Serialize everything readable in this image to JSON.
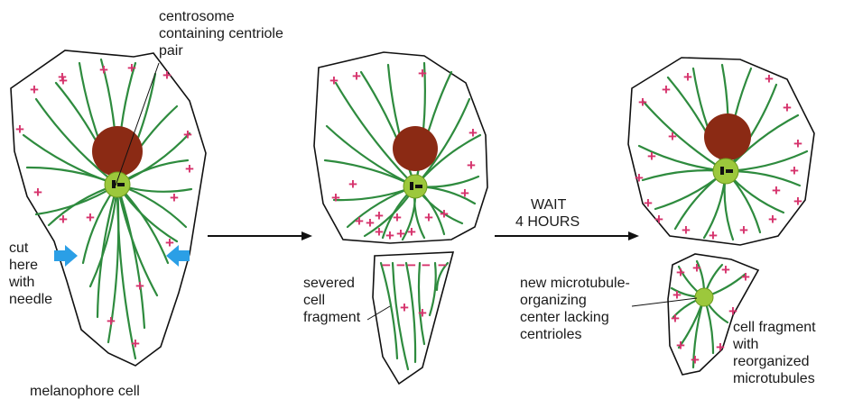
{
  "labels": {
    "centrosome": [
      "centrosome",
      "containing centriole",
      "pair"
    ],
    "cut": [
      "cut",
      "here",
      "with",
      "needle"
    ],
    "melanophore": "melanophore cell",
    "severed": [
      "severed",
      "cell",
      "fragment"
    ],
    "wait": [
      "WAIT",
      "4 HOURS"
    ],
    "new_mtoc": [
      "new microtubule-",
      "organizing",
      "center lacking",
      "centrioles"
    ],
    "cell_fragment": [
      "cell fragment",
      "with",
      "reorganized",
      "microtubules"
    ]
  },
  "symbols": {
    "plus": "+",
    "minus": "−"
  },
  "colors": {
    "microtubule": "#2e8b3e",
    "nucleus": "#8b2a14",
    "centrosome": "#9cc83c",
    "plus_end": "#d6336c",
    "arrow_blue": "#2b9fe6",
    "outline": "#111111"
  }
}
